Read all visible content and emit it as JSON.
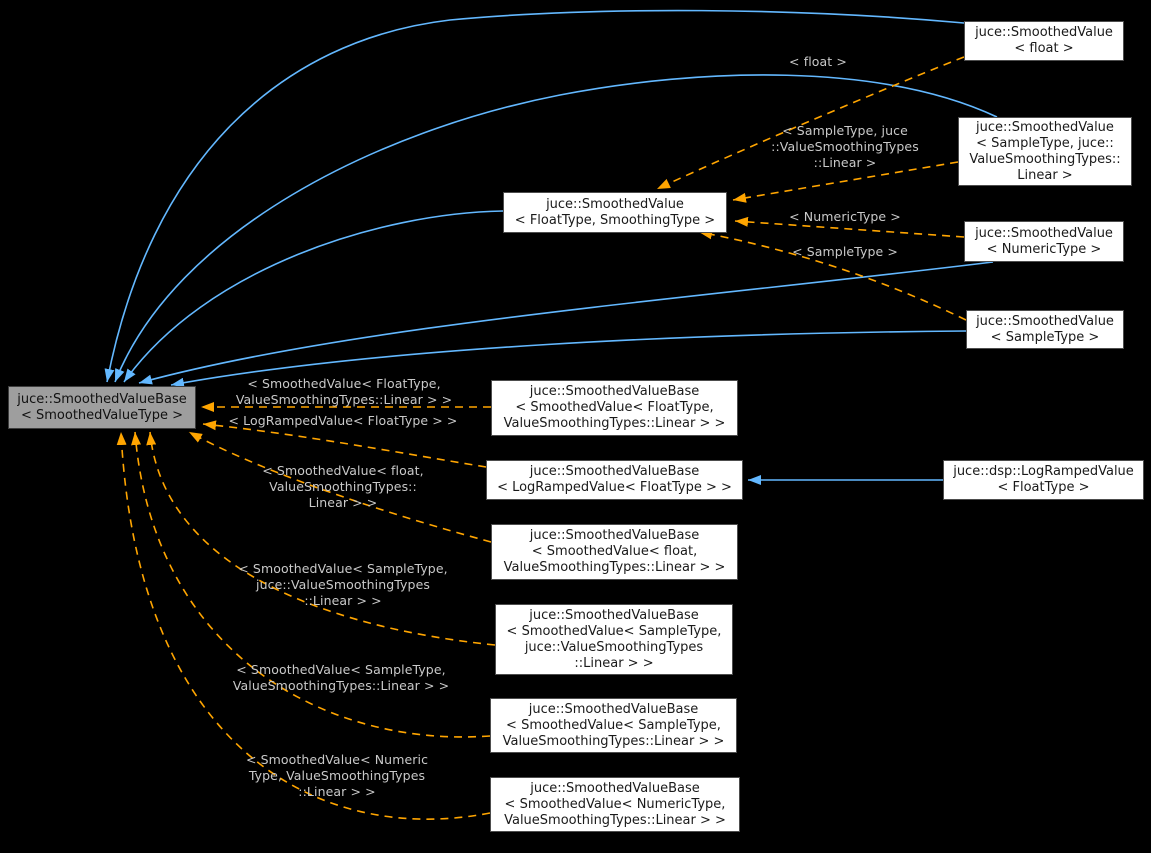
{
  "diagram": {
    "type": "doxygen-inheritance-graph",
    "colors": {
      "background": "#000000",
      "inheritance_arrow": "#63b8ff",
      "template_instantiation_arrow": "#ffa500",
      "node_background": "#ffffff",
      "node_border": "#4d4d4d",
      "node_text": "#1a1a1a",
      "main_node_background": "#9e9e9e",
      "edge_label_text": "#c9c9c9"
    },
    "nodes": {
      "main": {
        "label": "juce::SmoothedValueBase\n< SmoothedValueType >"
      },
      "smoothed_value_template": {
        "label": "juce::SmoothedValue\n< FloatType, SmoothingType >"
      },
      "smoothed_value_float": {
        "label": "juce::SmoothedValue\n< float >"
      },
      "smoothed_value_sampletype_juce_linear": {
        "label": "juce::SmoothedValue\n< SampleType, juce::\nValueSmoothingTypes::\nLinear >"
      },
      "smoothed_value_numerictype": {
        "label": "juce::SmoothedValue\n< NumericType >"
      },
      "smoothed_value_sampletype": {
        "label": "juce::SmoothedValue\n< SampleType >"
      },
      "base_floattype_linear": {
        "label": "juce::SmoothedValueBase\n< SmoothedValue< FloatType,\nValueSmoothingTypes::Linear > >"
      },
      "base_logramped": {
        "label": "juce::SmoothedValueBase\n< LogRampedValue< FloatType > >"
      },
      "log_ramped_value": {
        "label": "juce::dsp::LogRampedValue\n< FloatType >"
      },
      "base_float_linear": {
        "label": "juce::SmoothedValueBase\n< SmoothedValue< float,\nValueSmoothingTypes::Linear > >"
      },
      "base_sampletype_juce_linear": {
        "label": "juce::SmoothedValueBase\n< SmoothedValue< SampleType,\njuce::ValueSmoothingTypes\n::Linear > >"
      },
      "base_sampletype_linear": {
        "label": "juce::SmoothedValueBase\n< SmoothedValue< SampleType,\nValueSmoothingTypes::Linear > >"
      },
      "base_numerictype_linear": {
        "label": "juce::SmoothedValueBase\n< SmoothedValue< NumericType,\nValueSmoothingTypes::Linear > >"
      }
    },
    "edge_labels": {
      "float": "< float >",
      "sampletype_juce_linear": "< SampleType, juce\n::ValueSmoothingTypes\n::Linear >",
      "numerictype": "< NumericType >",
      "sampletype": "< SampleType >",
      "sv_floattype_linear": "< SmoothedValue< FloatType,\nValueSmoothingTypes::Linear > >",
      "logrampedvalue_floattype": "< LogRampedValue< FloatType > >",
      "sv_float_linear": "< SmoothedValue< float,\nValueSmoothingTypes::\nLinear > >",
      "sv_sampletype_juce_linear": "< SmoothedValue< SampleType,\njuce::ValueSmoothingTypes\n::Linear > >",
      "sv_sampletype_linear": "< SmoothedValue< SampleType,\nValueSmoothingTypes::Linear > >",
      "sv_numerictype_linear": "< SmoothedValue< Numeric\nType, ValueSmoothingTypes\n::Linear > >"
    }
  }
}
